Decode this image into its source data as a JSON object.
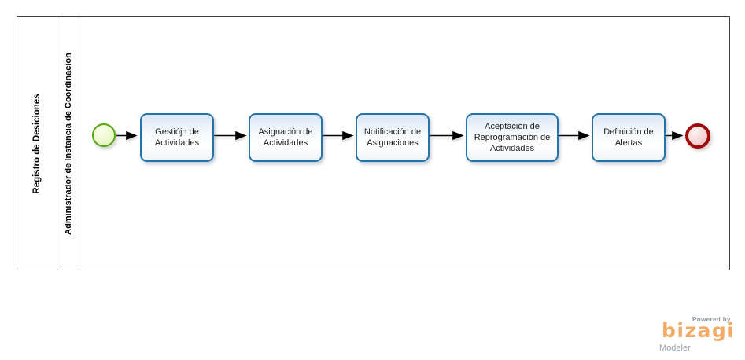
{
  "pool": {
    "label": "Registro de Desiciones",
    "lane": {
      "label": "Administrador de Instancia de Coordinación"
    }
  },
  "process": {
    "start_event": {
      "name": "start-event"
    },
    "end_event": {
      "name": "end-event"
    },
    "tasks": [
      {
        "label": "Gestiójn de Actividades"
      },
      {
        "label": "Asignación de Actividades"
      },
      {
        "label": "Notificación de Asignaciones"
      },
      {
        "label": "Aceptación de Reprogramación de Actividades"
      },
      {
        "label": "Definición de Alertas"
      }
    ],
    "flow_order": [
      "start-event",
      "Gestiójn de Actividades",
      "Asignación de Actividades",
      "Notificación de Asignaciones",
      "Aceptación de Reprogramación de Actividades",
      "Definición de Alertas",
      "end-event"
    ]
  },
  "colors": {
    "task_border": "#2374a8",
    "task_fill": "#e4edf8",
    "start_event_border": "#55a411",
    "start_event_fill": "#e9f8cb",
    "end_event_border": "#9e0b0b",
    "end_event_fill": "#f3cdcd",
    "flow_line": "#000000",
    "brand_orange": "#f2ab67",
    "brand_gray": "#9aa2a8"
  },
  "branding": {
    "powered_by": "Powered by",
    "brand": "bizagi",
    "product": "Modeler"
  }
}
